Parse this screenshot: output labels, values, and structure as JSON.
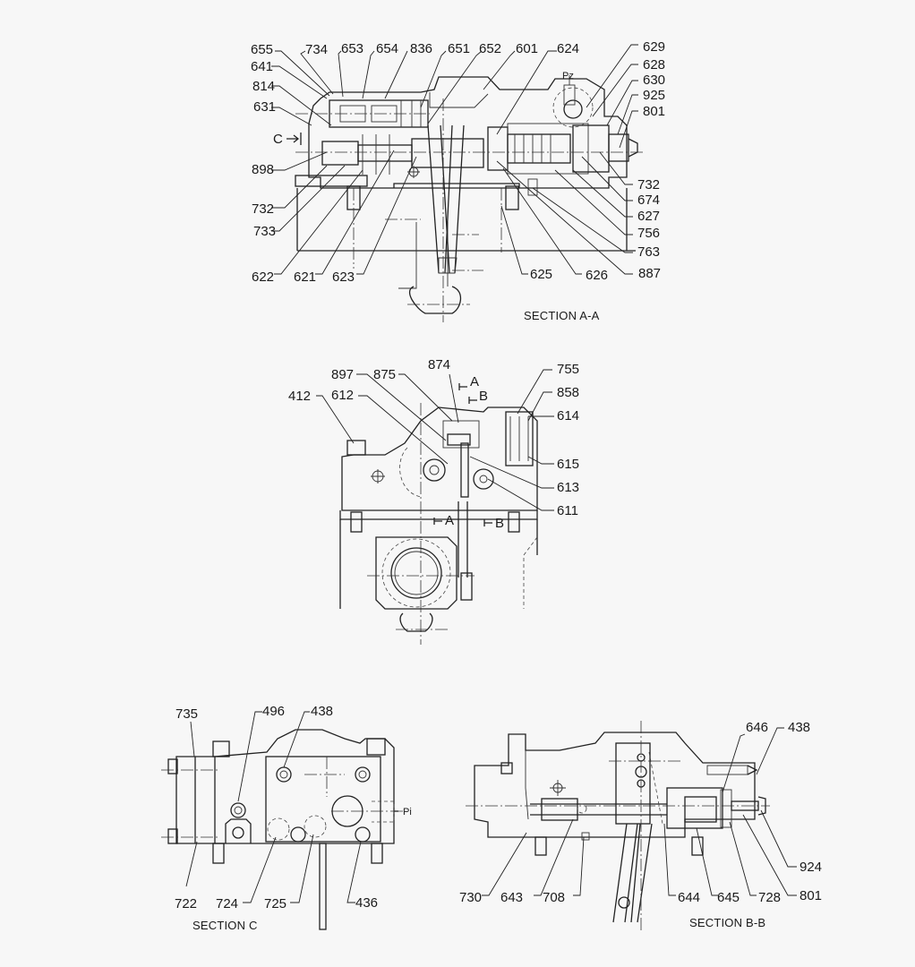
{
  "drawing": {
    "line_color": "#222222",
    "background": "#f7f7f7"
  },
  "section_aa": {
    "caption": "SECTION A-A",
    "port_label": "Pz",
    "view_marker": "C",
    "callouts": [
      "655",
      "734",
      "653",
      "654",
      "836",
      "651",
      "652",
      "601",
      "624",
      "629",
      "628",
      "630",
      "925",
      "801",
      "641",
      "814",
      "631",
      "898",
      "732",
      "733",
      "622",
      "621",
      "623",
      "625",
      "626",
      "887",
      "732",
      "674",
      "627",
      "756",
      "763"
    ]
  },
  "front_view": {
    "callouts": [
      "897",
      "875",
      "874",
      "755",
      "858",
      "614",
      "615",
      "613",
      "611",
      "412",
      "612"
    ],
    "section_markers": {
      "a_top": "A",
      "b_top": "B",
      "a_bottom": "A",
      "b_bottom": "B"
    }
  },
  "section_c": {
    "caption": "SECTION  C",
    "port_label": "Pi",
    "callouts": [
      "735",
      "496",
      "438",
      "722",
      "724",
      "725",
      "436"
    ]
  },
  "section_bb": {
    "caption": "SECTION B-B",
    "callouts": [
      "646",
      "438",
      "924",
      "801",
      "730",
      "643",
      "708",
      "644",
      "645",
      "728"
    ]
  }
}
